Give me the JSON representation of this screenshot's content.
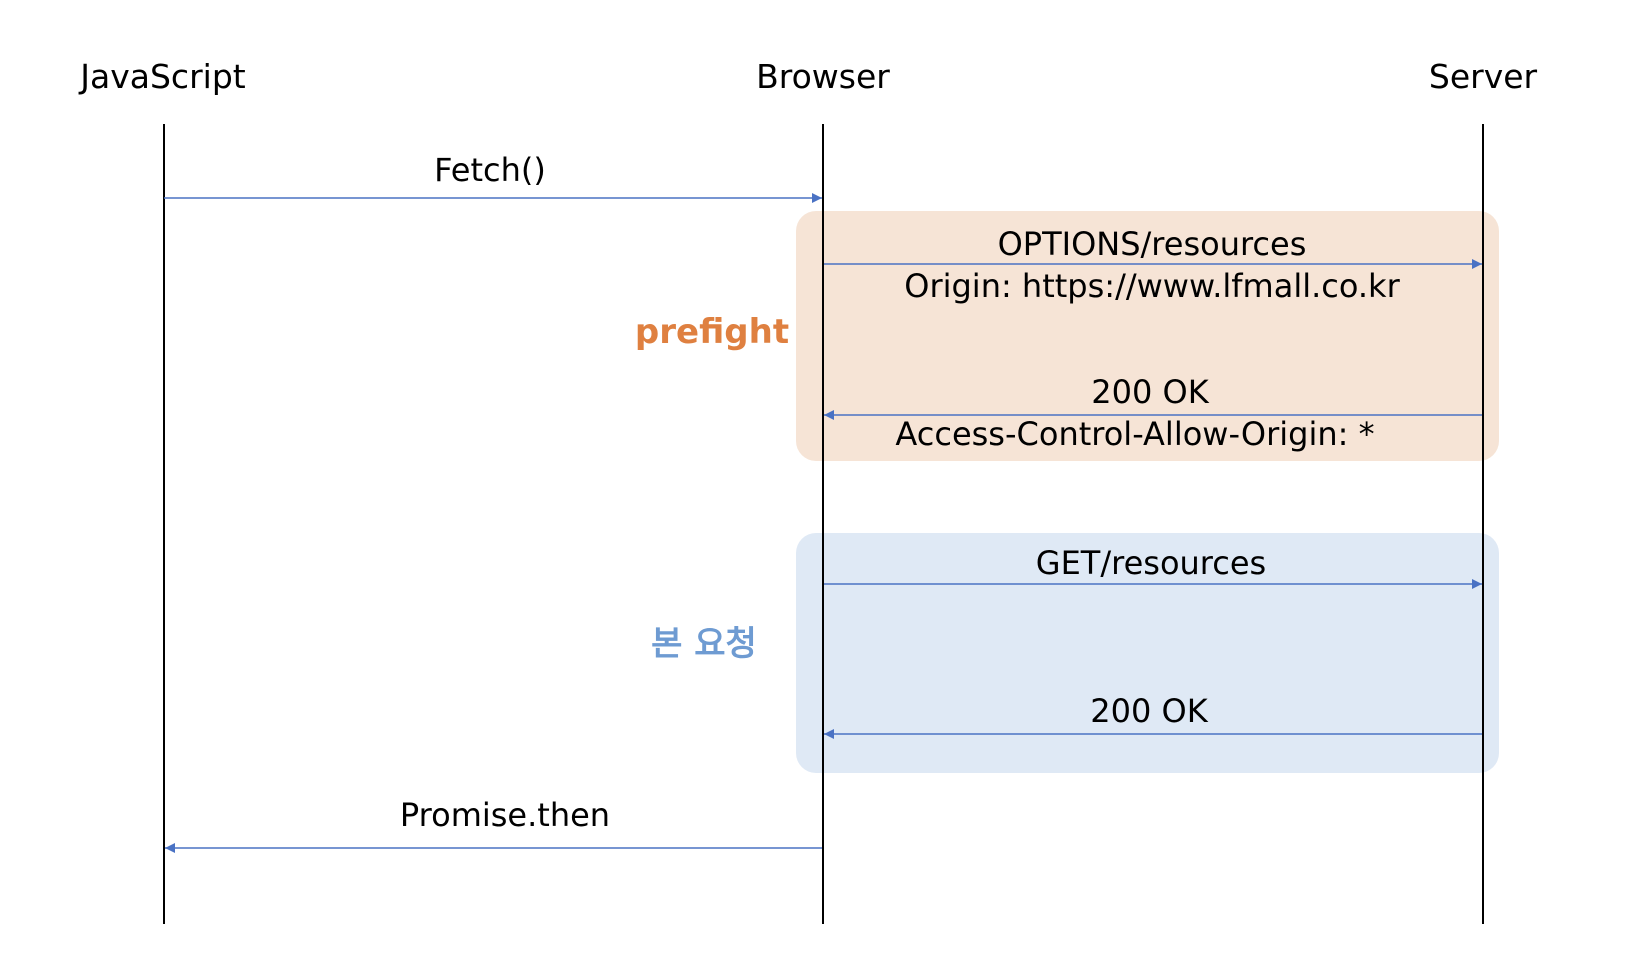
{
  "actors": [
    {
      "id": "js",
      "label": "JavaScript"
    },
    {
      "id": "browser",
      "label": "Browser"
    },
    {
      "id": "server",
      "label": "Server"
    }
  ],
  "groups": [
    {
      "id": "preflight",
      "label": "prefight",
      "fill": "#f6e4d6",
      "label_color": "#df8040"
    },
    {
      "id": "main_request",
      "label": "본 요청",
      "fill": "#dfe9f5",
      "label_color": "#6e9bd2"
    }
  ],
  "messages": [
    {
      "id": "fetch",
      "from": "js",
      "to": "browser",
      "label": "Fetch()",
      "sublabel": ""
    },
    {
      "id": "options",
      "from": "browser",
      "to": "server",
      "label": "OPTIONS/resources",
      "sublabel": "Origin: https://www.lfmall.co.kr"
    },
    {
      "id": "preflight_ok",
      "from": "server",
      "to": "browser",
      "label": "200 OK",
      "sublabel": "Access-Control-Allow-Origin: *"
    },
    {
      "id": "get",
      "from": "browser",
      "to": "server",
      "label": "GET/resources",
      "sublabel": ""
    },
    {
      "id": "get_ok",
      "from": "server",
      "to": "browser",
      "label": "200 OK",
      "sublabel": ""
    },
    {
      "id": "promise",
      "from": "browser",
      "to": "js",
      "label": "Promise.then",
      "sublabel": ""
    }
  ],
  "colors": {
    "lifeline": "#000000",
    "arrow": "#4a72c4",
    "text": "#000000"
  }
}
